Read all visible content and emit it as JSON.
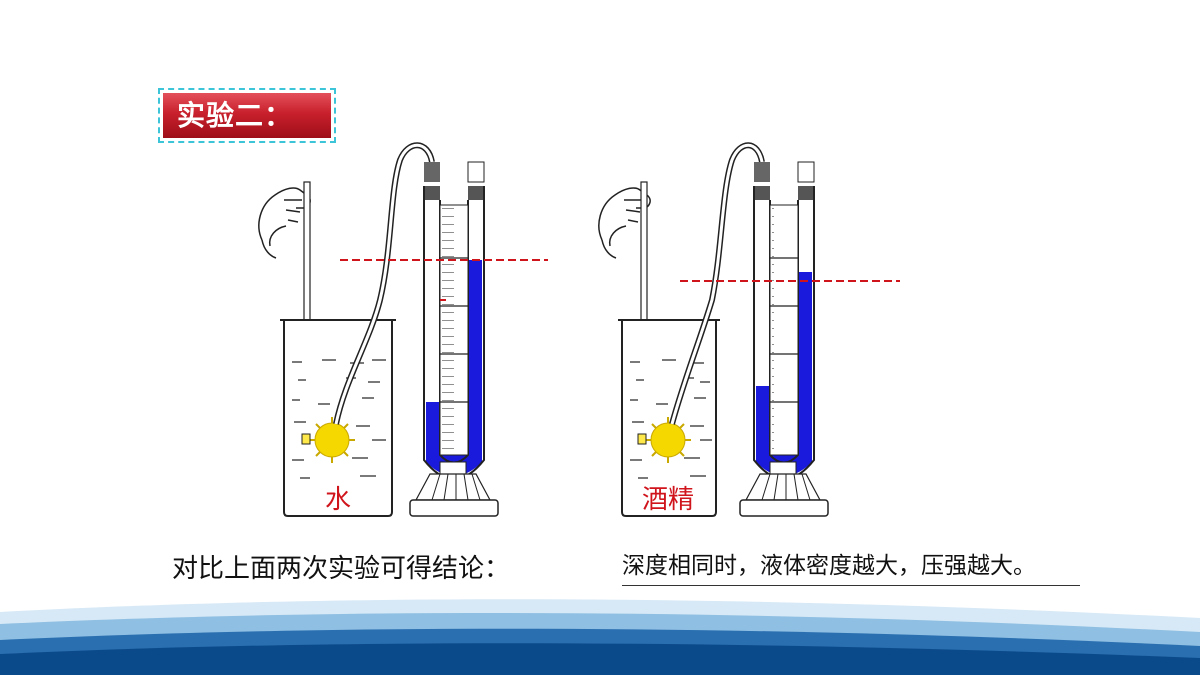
{
  "title": "实验二：",
  "beakers": [
    {
      "liquid_label": "水",
      "label_color": "#d0141c"
    },
    {
      "liquid_label": "酒精",
      "label_color": "#d0141c"
    }
  ],
  "colors": {
    "manometer_liquid": "#1a1adc",
    "dashed_line": "#d0141c",
    "title_bg": "#c8202c"
  },
  "conclusion": {
    "prefix": "对比上面两次实验可得结论：",
    "answer": "深度相同时，液体密度越大，压强越大。"
  }
}
